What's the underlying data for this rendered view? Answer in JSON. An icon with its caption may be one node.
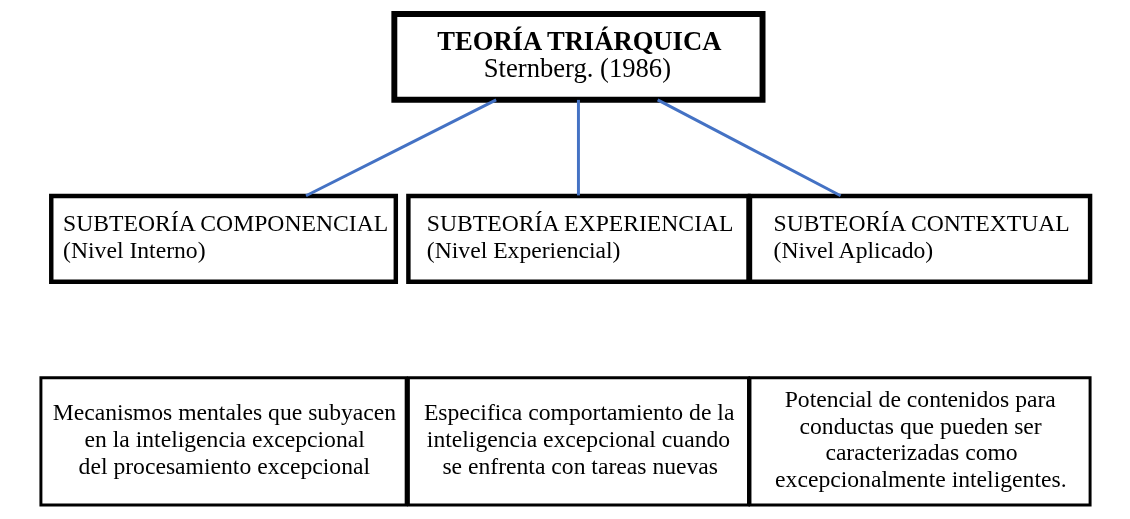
{
  "diagram": {
    "nodes": [
      {
        "text": [
          "TEORÍA TRIÁRQUICA",
          "Sternberg. (1986)"
        ]
      },
      {
        "text": [
          "SUBTEORÍA COMPONENCIAL",
          "(Nivel Interno)"
        ]
      },
      {
        "text": [
          "SUBTEORÍA EXPERIENCIAL",
          "(Nivel Experiencial)"
        ]
      },
      {
        "text": [
          "SUBTEORÍA CONTEXTUAL",
          "(Nivel Aplicado)"
        ]
      },
      {
        "text": [
          "Mecanismos mentales que subyacen en la inteligencia excepcional del procesamiento excepcional"
        ]
      },
      {
        "text": [
          "Especifica comportamiento de la inteligencia excepcional cuando se enfrenta con tareas nuevas"
        ]
      },
      {
        "text": [
          "Potencial de contenidos para conductas que pueden ser caracterizadas como excepcionalmente inteligentes."
        ]
      }
    ],
    "edges": [
      {
        "from": 0,
        "to": 1,
        "arrow": "none"
      },
      {
        "from": 0,
        "to": 2,
        "arrow": "none"
      },
      {
        "from": 0,
        "to": 3,
        "arrow": "none"
      }
    ]
  }
}
